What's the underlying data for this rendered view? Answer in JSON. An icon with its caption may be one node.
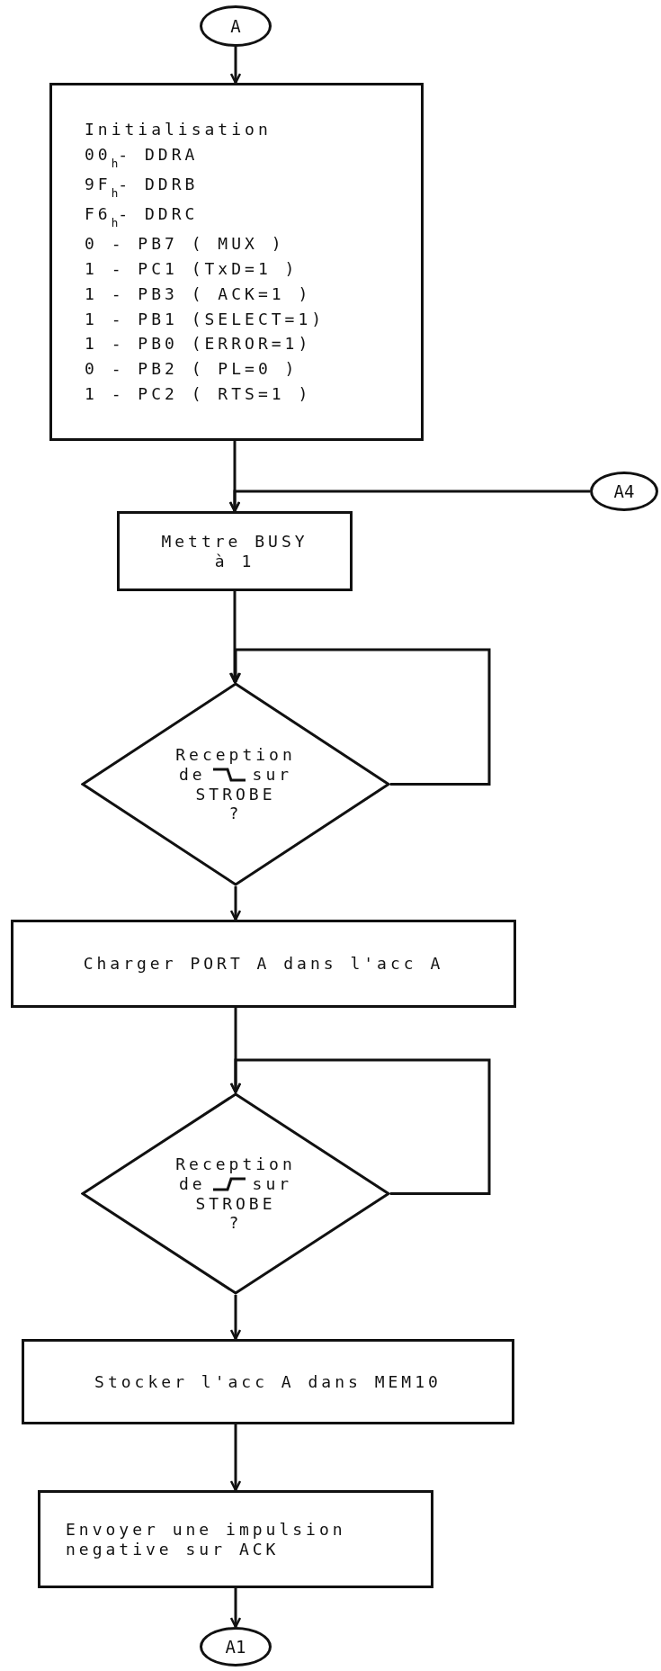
{
  "diagram": {
    "nodes": [
      {
        "text": [
          "A"
        ]
      },
      {
        "text": [
          "Initialisation",
          "00$_{h}$- DDRA",
          "9F$_{h}$- DDRB",
          "F6$_{h}$- DDRC",
          "0 - PB7 ( MUX )",
          "1 - PC1 (TxD=1 )",
          "1 - PB3 ( ACK=1 )",
          "1 - PB1 (SELECT=1)",
          "1 - PB0 (ERROR=1)",
          "0 - PB2 ( PL=0 )",
          "1 - PC2 ( RTS=1 )"
        ]
      },
      {
        "text": [
          "A4"
        ]
      },
      {
        "text": [
          "Mettre BUSY à 1"
        ]
      },
      {
        "text": [
          "Reception",
          "de",
          "sur",
          "STROBE",
          "?"
        ]
      },
      {
        "text": [
          "Charger PORT A dans l'acc A"
        ]
      },
      {
        "text": [
          "Reception",
          "de",
          "sur",
          "STROBE",
          "?"
        ]
      },
      {
        "text": [
          "Stocker l'acc A dans MEM10"
        ]
      },
      {
        "text": [
          "Envoyer une impulsion negative sur ACK"
        ]
      },
      {
        "text": [
          "A1"
        ]
      }
    ],
    "edges": [
      {
        "from": 0,
        "to": 1,
        "arrow": "to"
      },
      {
        "from": 1,
        "to": 3,
        "arrow": "to"
      },
      {
        "from": 2,
        "to": 3,
        "arrow": "to"
      },
      {
        "from": 3,
        "to": 4,
        "arrow": "to"
      },
      {
        "from": 4,
        "to": 4,
        "arrow": "to"
      },
      {
        "from": 4,
        "to": 5,
        "arrow": "to"
      },
      {
        "from": 5,
        "to": 6,
        "arrow": "to"
      },
      {
        "from": 6,
        "to": 6,
        "arrow": "to"
      },
      {
        "from": 6,
        "to": 7,
        "arrow": "to"
      },
      {
        "from": 7,
        "to": 8,
        "arrow": "to"
      },
      {
        "from": 8,
        "to": 9,
        "arrow": "to"
      }
    ]
  }
}
